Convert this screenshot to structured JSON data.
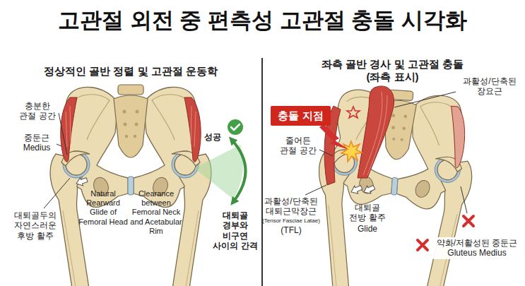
{
  "diagram": {
    "title": "고관절 외전 중 편측성 고관절 충돌 시각화",
    "nodes": [
      {
        "text": [
          "충돌 지점"
        ]
      }
    ],
    "labels": [
      "정상적인 골반 정렬 및 고관절 운동학",
      "충분한 관절 공간",
      "중둔근 Medius",
      "대퇴골두의 자연스러운 후방 활주",
      "Natural Rearward Glide of Femoral Head",
      "Clearance between Femoral Neck and Acetabular Rim",
      "성공",
      "대퇴골 경부와 비구연 사이의 간격",
      "좌측 골반 경사 및 고관절 충돌 (좌측 표시)",
      "과활성/단축된 장요근",
      "줄어든 관절 공간",
      "과활성/단축된 대퇴근막장근",
      "(Tensor Fasciae Latae)",
      "(TFL)",
      "대퇴골 전방 활주",
      "Glide",
      "약화/저활성된 중둔근 Gluteus Medius"
    ]
  }
}
